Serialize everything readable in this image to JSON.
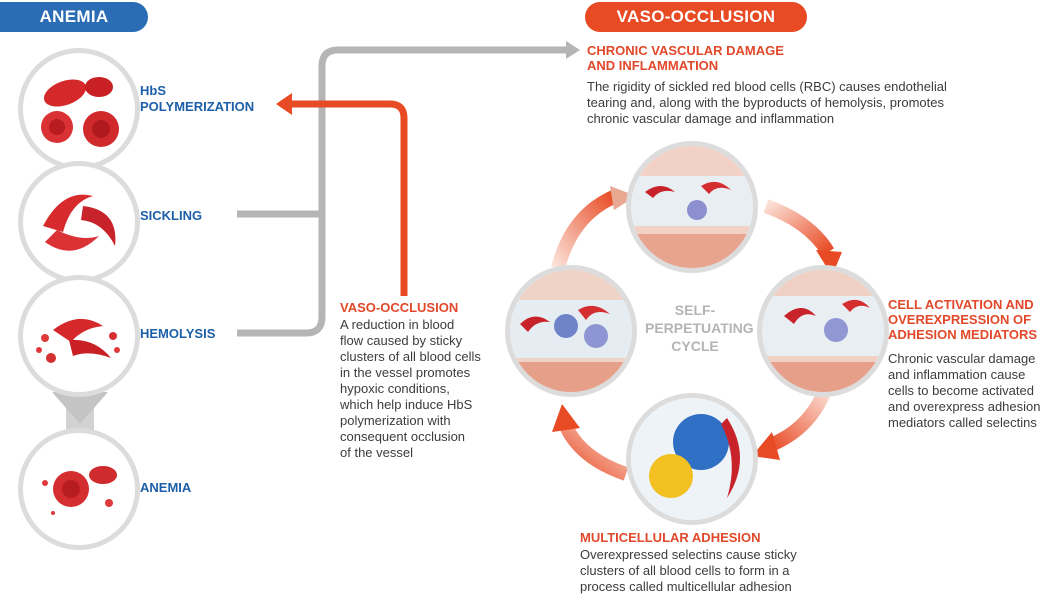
{
  "left": {
    "badge": "ANEMIA",
    "stages": [
      "HbS\nPOLYMERIZATION",
      "SICKLING",
      "HEMOLYSIS",
      "ANEMIA"
    ]
  },
  "right": {
    "badge": "VASO-OCCLUSION",
    "chronic": {
      "title": "CHRONIC VASCULAR DAMAGE\nAND INFLAMMATION",
      "body": "The rigidity of sickled red blood cells (RBC) causes endothelial\ntearing and, along with the byproducts of hemolysis, promotes\nchronic vascular damage and inflammation"
    },
    "activation": {
      "title": "CELL ACTIVATION AND\nOVEREXPRESSION OF\nADHESION MEDIATORS",
      "body": "Chronic vascular damage\nand inflammation cause\ncells to become activated\nand overexpress adhesion\nmediators called selectins"
    },
    "adhesion": {
      "title": "MULTICELLULAR ADHESION",
      "body": "Overexpressed selectins cause sticky\nclusters of all blood cells to form in a\nprocess called multicellular adhesion"
    },
    "cycle_label": "SELF-\nPERPETUATING\nCYCLE"
  },
  "middle": {
    "title": "VASO-OCCLUSION",
    "body": "A reduction in blood\nflow caused by sticky\nclusters of all blood cells\nin the vessel promotes\nhypoxic conditions,\nwhich help induce HbS\npolymerization with\nconsequent occlusion\nof the vessel"
  },
  "colors": {
    "blue": "#2a6db5",
    "red": "#e84a24",
    "gray_connector": "#b5b5b5",
    "circle_border": "#dcdcdc"
  }
}
